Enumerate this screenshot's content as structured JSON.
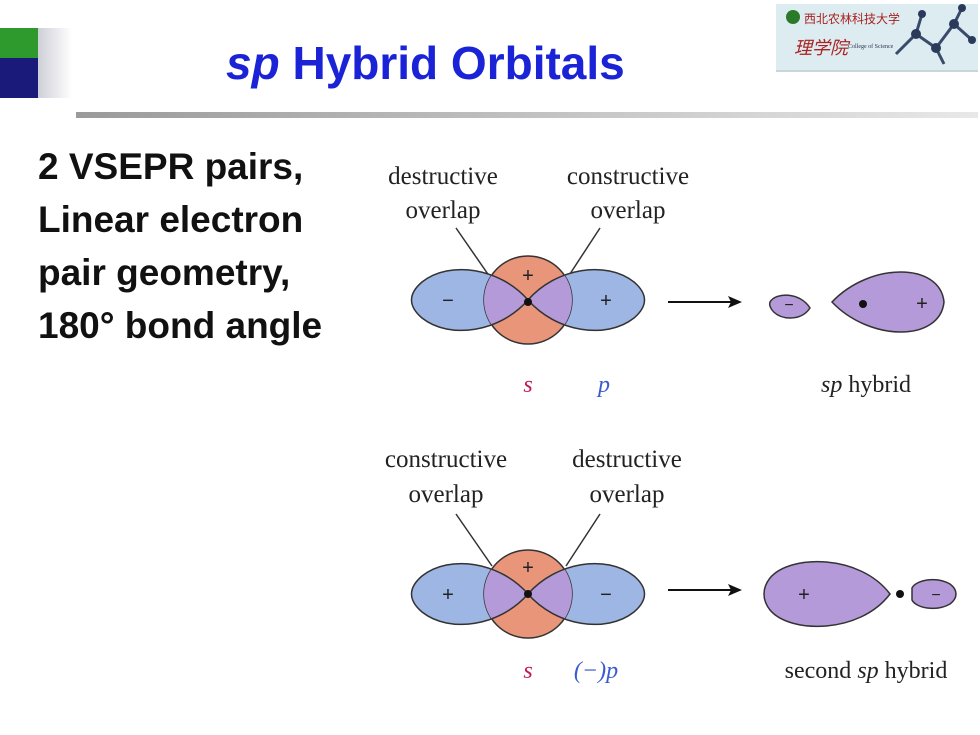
{
  "slide": {
    "title_italic": "sp",
    "title_rest": " Hybrid Orbitals",
    "text_lines": [
      "2 VSEPR pairs,",
      "Linear electron",
      "pair geometry,",
      "180° bond angle"
    ]
  },
  "logo": {
    "line1": "西北农林科技大学",
    "line2": "理学院",
    "line3": "College of Science"
  },
  "top_diagram": {
    "label_left_1": "destructive",
    "label_left_2": "overlap",
    "label_right_1": "constructive",
    "label_right_2": "overlap",
    "s_label": "s",
    "p_label": "p",
    "sign_left": "−",
    "sign_center": "+",
    "sign_right": "+",
    "hybrid_label_italic": "sp",
    "hybrid_label_rest": " hybrid",
    "hybrid_small_sign": "−",
    "hybrid_big_sign": "+"
  },
  "bottom_diagram": {
    "label_left_1": "constructive",
    "label_left_2": "overlap",
    "label_right_1": "destructive",
    "label_right_2": "overlap",
    "s_label": "s",
    "p_label": "(−)p",
    "sign_left": "+",
    "sign_center": "+",
    "sign_right": "−",
    "hybrid_label_pre": "second ",
    "hybrid_label_italic": "sp",
    "hybrid_label_rest": " hybrid",
    "hybrid_big_sign": "+",
    "hybrid_small_sign": "−"
  },
  "colors": {
    "title": "#1a24d6",
    "s_orbital": "#e8957a",
    "p_lobe": "#9db6e4",
    "overlap": "#b49ad8",
    "hybrid": "#b49ad8",
    "s_label": "#c2185b",
    "p_label": "#3a5bd0"
  }
}
